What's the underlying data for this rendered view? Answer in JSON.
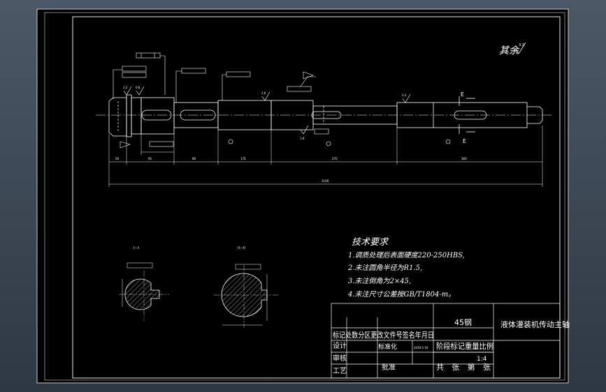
{
  "roughness_note": {
    "label": "其余",
    "value": "3.2"
  },
  "section_labels": {
    "section_a": "I—I",
    "section_b": "II—II"
  },
  "section_marks": {
    "upper": "E",
    "lower": "E"
  },
  "overall_length": "1100",
  "segment_dims": [
    "56",
    "95",
    "80",
    "176",
    "270",
    "360"
  ],
  "roughness_values": [
    "3.2",
    "0.8",
    "1.6",
    "3.2",
    "1.6"
  ],
  "tech_requirements": {
    "title": "技术要求",
    "items": [
      "1.调质处理后表面硬度220-250HBS,",
      "2.未注圆角半径为R1.5,",
      "3.未注倒角为2×45,",
      "4.未注尺寸公差按GB/T1804-m。"
    ]
  },
  "title_block": {
    "material": "45钢",
    "part_name": "液体灌装机传动主轴",
    "revision_header": "标记处数分区更改文件号签名年月日",
    "design_label": "标准化",
    "design_date": "2019.5.16",
    "stage_header": "阶段标记重量比例",
    "scale": "1:4",
    "process_label": "工艺",
    "approve_label": "批准",
    "sheet_info": "共 张 第 张",
    "left_col": [
      "设计",
      "审核"
    ]
  }
}
